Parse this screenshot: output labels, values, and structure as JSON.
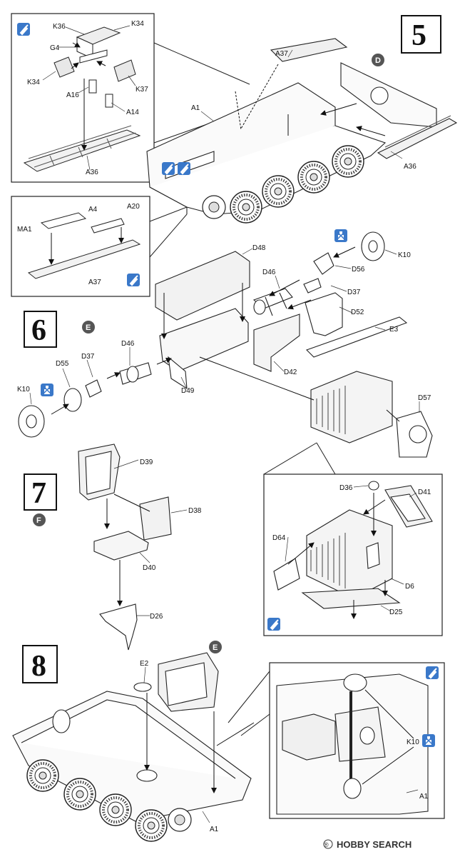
{
  "steps": [
    {
      "number": "5",
      "marker": "D"
    },
    {
      "number": "6",
      "marker": "E"
    },
    {
      "number": "7",
      "marker": "F"
    },
    {
      "number": "8",
      "marker": "E"
    }
  ],
  "parts": {
    "s5": [
      "K36",
      "K34",
      "G4",
      "K34",
      "K37",
      "A16",
      "A14",
      "A36",
      "A37",
      "A1",
      "A36"
    ],
    "s5b": [
      "MA1",
      "A4",
      "A20",
      "A37"
    ],
    "s6": [
      "D48",
      "K10",
      "D56",
      "D46",
      "D37",
      "D52",
      "E3",
      "D42",
      "D49",
      "D46",
      "D55",
      "D37",
      "K10",
      "D57"
    ],
    "s7": [
      "D39",
      "D38",
      "D40",
      "D26",
      "D36",
      "D41",
      "D64",
      "D6",
      "D25"
    ],
    "s8": [
      "E2",
      "K10",
      "A1",
      "A1"
    ]
  },
  "watermark": {
    "registered": "®",
    "text": "HOBBY SEARCH"
  },
  "icons": [
    "cement-icon",
    "cement-icon",
    "cement-icon",
    "cement-icon",
    "no-cement-icon",
    "no-cement-icon",
    "no-cement-icon"
  ]
}
